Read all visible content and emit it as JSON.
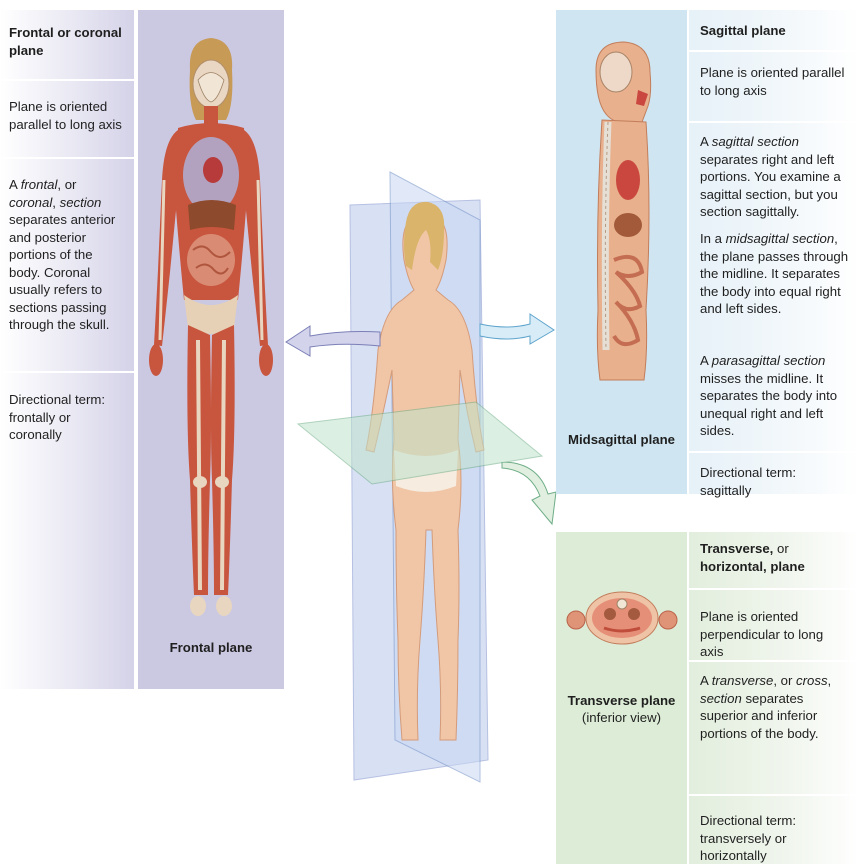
{
  "frontal": {
    "title": "Frontal or coronal plane",
    "orientation": "Plane is oriented parallel to long axis",
    "section_parts": [
      "A ",
      "frontal",
      ", or ",
      "coronal",
      ", ",
      "section",
      " separates anterior and posterior portions of the body. Coronal usually refers to sections passing through the skull."
    ],
    "directional_term": "Directional term: frontally or coronally",
    "image_label": "Frontal plane"
  },
  "sagittal": {
    "title": "Sagittal plane",
    "orientation": "Plane is oriented parallel to long axis",
    "section_parts": [
      "A ",
      "sagittal section",
      " separates right and left portions. You examine a sagittal section, but you section sagittally."
    ],
    "midsagittal_parts": [
      "In a ",
      "midsagittal section",
      ", the plane passes through the midline. It separates the body into equal right and left sides."
    ],
    "parasagittal_parts": [
      "A ",
      "parasagittal section",
      " misses the midline. It separates the body into unequal right and left sides."
    ],
    "directional_term": "Directional term: sagittally",
    "image_label": "Midsagittal plane"
  },
  "transverse": {
    "title_parts": [
      "Transverse,",
      " or ",
      "horizontal, plane"
    ],
    "orientation": "Plane is oriented perpendicular to long axis",
    "section_parts": [
      "A ",
      "transverse",
      ", or ",
      "cross",
      ", ",
      "section",
      " separates superior and inferior portions of the body."
    ],
    "directional_term": "Directional term: transversely or horizontally",
    "image_label": "Transverse plane",
    "image_sublabel": "(inferior view)"
  },
  "colors": {
    "frontal_panel": "#c9c6e1",
    "sagittal_panel": "#cfe6f2",
    "transverse_panel": "#dcecd6",
    "muscle": "#c8553d",
    "skin": "#f0c6a6"
  }
}
